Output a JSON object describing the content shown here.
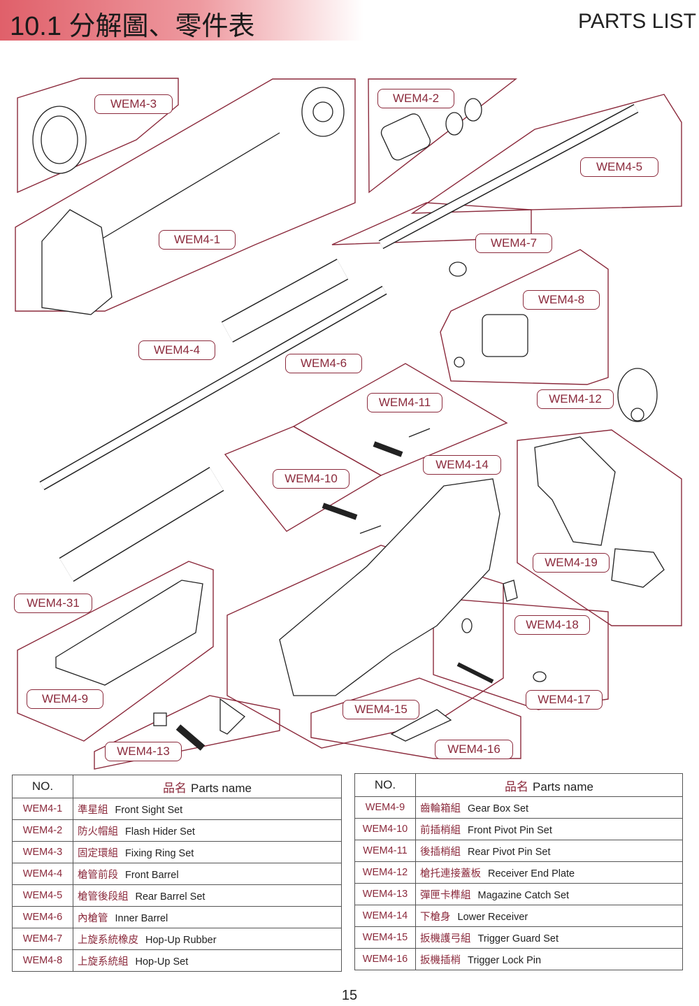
{
  "header": {
    "title": "10.1 分解圖、零件表",
    "right": "PARTS LIST"
  },
  "diagram": {
    "tags": [
      "WEM4-3",
      "WEM4-2",
      "WEM4-5",
      "WEM4-1",
      "WEM4-7",
      "WEM4-8",
      "WEM4-4",
      "WEM4-6",
      "WEM4-12",
      "WEM4-11",
      "WEM4-14",
      "WEM4-10",
      "WEM4-19",
      "WEM4-31",
      "WEM4-18",
      "WEM4-9",
      "WEM4-17",
      "WEM4-15",
      "WEM4-13",
      "WEM4-16"
    ]
  },
  "table_left": {
    "header_no": "NO.",
    "header_zh": "品名",
    "header_en": "Parts name",
    "rows": [
      {
        "no": "WEM4-1",
        "zh": "準星組",
        "en": "Front Sight Set"
      },
      {
        "no": "WEM4-2",
        "zh": "防火帽組",
        "en": "Flash Hider Set"
      },
      {
        "no": "WEM4-3",
        "zh": "固定環組",
        "en": "Fixing Ring Set"
      },
      {
        "no": "WEM4-4",
        "zh": "槍管前段",
        "en": "Front Barrel"
      },
      {
        "no": "WEM4-5",
        "zh": "槍管後段組",
        "en": "Rear Barrel Set"
      },
      {
        "no": "WEM4-6",
        "zh": "內槍管",
        "en": "Inner Barrel"
      },
      {
        "no": "WEM4-7",
        "zh": "上旋系統橡皮",
        "en": "Hop-Up Rubber"
      },
      {
        "no": "WEM4-8",
        "zh": "上旋系統組",
        "en": "Hop-Up Set"
      }
    ]
  },
  "table_right": {
    "header_no": "NO.",
    "header_zh": "品名",
    "header_en": "Parts name",
    "rows": [
      {
        "no": "WEM4-9",
        "zh": "齒輪箱組",
        "en": "Gear Box Set"
      },
      {
        "no": "WEM4-10",
        "zh": "前插梢組",
        "en": "Front Pivot Pin Set"
      },
      {
        "no": "WEM4-11",
        "zh": "後插梢組",
        "en": "Rear Pivot Pin Set"
      },
      {
        "no": "WEM4-12",
        "zh": "槍托連接蓋板",
        "en": "Receiver End Plate"
      },
      {
        "no": "WEM4-13",
        "zh": "彈匣卡榫組",
        "en": "Magazine Catch Set"
      },
      {
        "no": "WEM4-14",
        "zh": "下槍身",
        "en": "Lower Receiver"
      },
      {
        "no": "WEM4-15",
        "zh": "扳機護弓組",
        "en": "Trigger Guard Set"
      },
      {
        "no": "WEM4-16",
        "zh": "扳機插梢",
        "en": "Trigger Lock Pin"
      }
    ]
  },
  "footer": {
    "page_number": "15"
  },
  "colors": {
    "accent": "#8b2a3c",
    "header_band": "#e0606a"
  }
}
